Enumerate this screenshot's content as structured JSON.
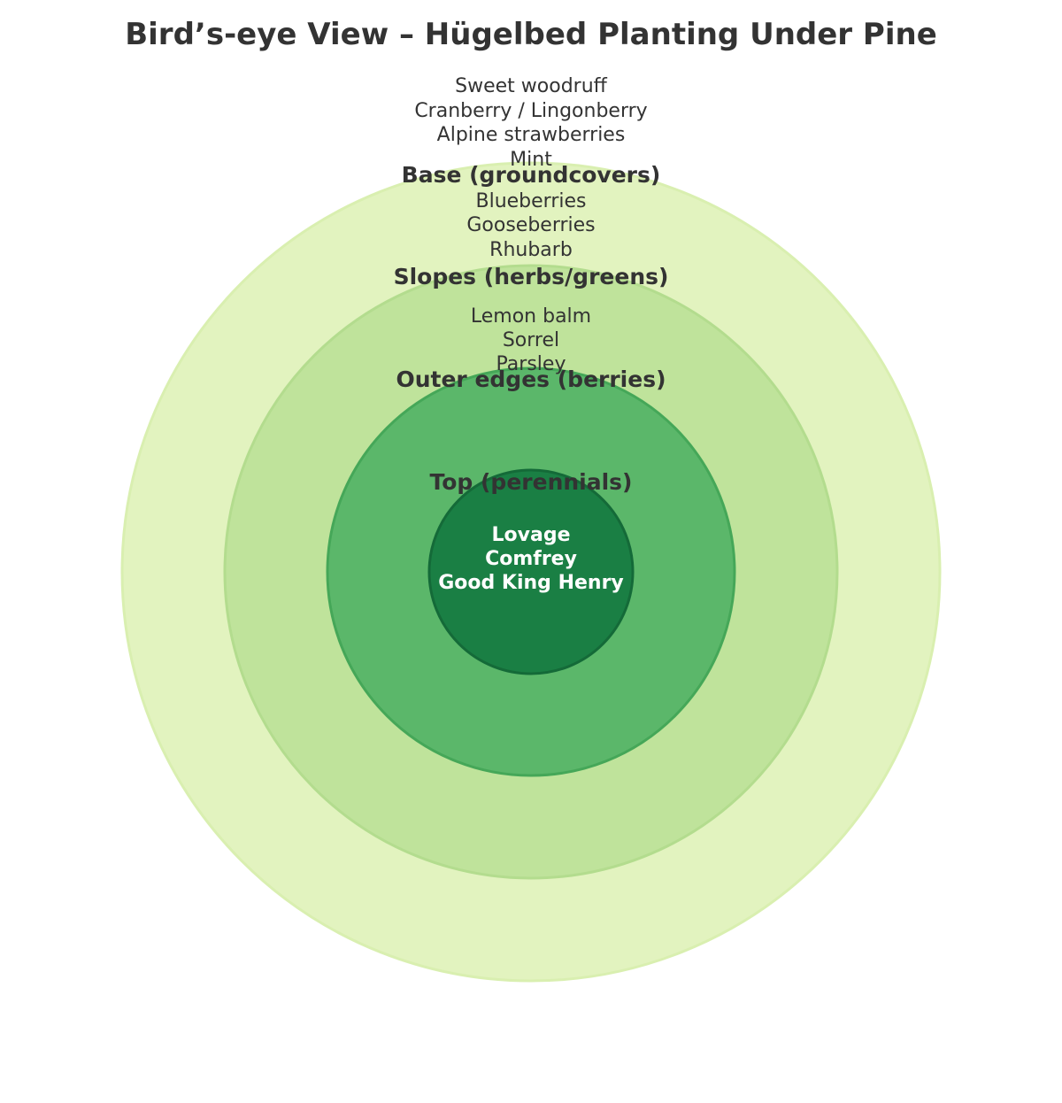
{
  "title": "Bird’s-eye View – Hügelbed Planting Under Pine",
  "zones": [
    {
      "id": "base",
      "label": "Base (groundcovers)",
      "plants": [
        "Sweet woodruff",
        "Cranberry / Lingonberry",
        "Alpine strawberries",
        "Mint"
      ],
      "fill": "#e2f3bf",
      "stroke": "#d9efb0"
    },
    {
      "id": "slopes",
      "label": "Slopes (herbs/greens)",
      "plants": [
        "Blueberries",
        "Gooseberries",
        "Rhubarb"
      ],
      "fill": "#bfe39b",
      "stroke": "#b3dc8e"
    },
    {
      "id": "outer-edges",
      "label": "Outer edges (berries)",
      "plants": [
        "Lemon balm",
        "Sorrel",
        "Parsley"
      ],
      "fill": "#5bb76a",
      "stroke": "#45a758"
    },
    {
      "id": "top",
      "label": "Top (perennials)",
      "plants": [
        "Lovage",
        "Comfrey",
        "Good King Henry"
      ],
      "fill": "#1a7f44",
      "stroke": "#146a38"
    }
  ]
}
